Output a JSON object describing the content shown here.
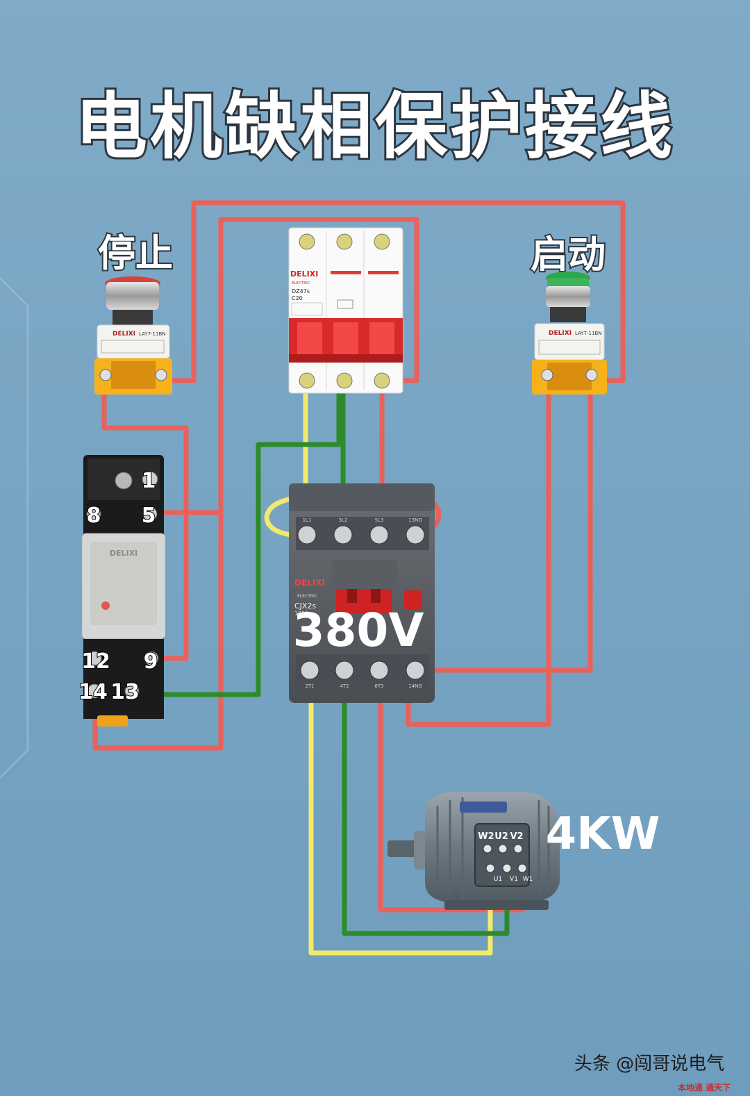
{
  "title": "电机缺相保护接线",
  "stop_button": {
    "label": "停止",
    "brand": "DELIXI",
    "model": "LAY7-11BN"
  },
  "start_button": {
    "label": "启动",
    "brand": "DELIXI",
    "model": "LAY7-11BN"
  },
  "breaker": {
    "brand": "DELIXI",
    "sub": "ELECTRIC",
    "model": "DZ47s",
    "rating": "C20"
  },
  "relay": {
    "brand": "DELIXI",
    "pins": {
      "p1": "1",
      "p5": "5",
      "p8": "8",
      "p12": "12",
      "p9": "9",
      "p14": "14",
      "p13": "13"
    }
  },
  "contactor": {
    "brand": "DELIXI",
    "sub": "ELECTRIC",
    "model": "CJX2s",
    "code": "1210",
    "voltage": "380V",
    "top_terms": [
      "1L1",
      "3L2",
      "5L3",
      "13NO"
    ],
    "bottom_terms": [
      "2T1",
      "4T2",
      "6T3",
      "14NO"
    ]
  },
  "motor": {
    "power": "4KW",
    "top_terms": [
      "W2",
      "U2",
      "V2"
    ],
    "bottom_terms": [
      "U1",
      "V1",
      "W1"
    ]
  },
  "watermark": {
    "text": "头条 @闯哥说电气",
    "corner": "本地通 通天下"
  },
  "colors": {
    "background": "#7aa7c4",
    "wire_red": "#e8615b",
    "wire_yellow": "#f1ea6b",
    "wire_green": "#2e8b2b"
  }
}
